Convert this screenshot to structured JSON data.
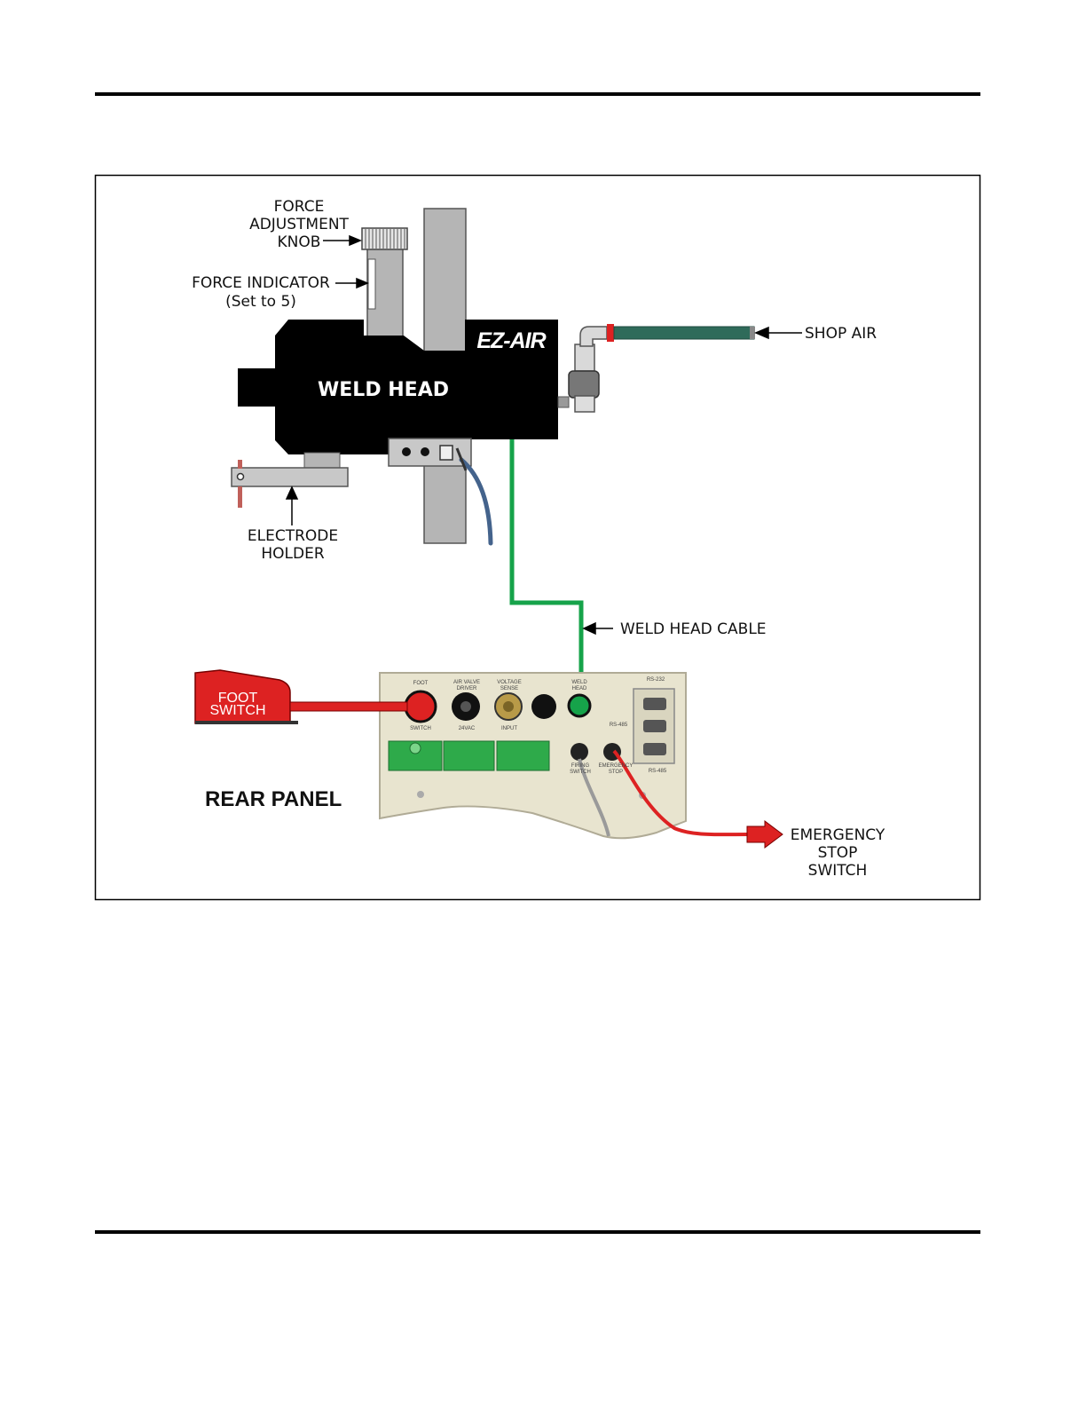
{
  "diagram": {
    "labels": {
      "force_adjustment_knob": [
        "FORCE",
        "ADJUSTMENT",
        "KNOB"
      ],
      "force_indicator": [
        "FORCE INDICATOR",
        "(Set to 5)"
      ],
      "weld_head": "WELD HEAD",
      "ez_air": "EZ-AIR",
      "shop_air": "SHOP AIR",
      "electrode_holder": [
        "ELECTRODE",
        "HOLDER"
      ],
      "weld_head_cable": "WELD HEAD CABLE",
      "foot_switch": [
        "FOOT",
        "SWITCH"
      ],
      "rear_panel": "REAR PANEL",
      "emergency_stop_switch": [
        "EMERGENCY",
        "STOP",
        "SWITCH"
      ]
    },
    "panel_labels": {
      "foot": "FOOT",
      "switch": "SWITCH",
      "air_valve_driver": [
        "AIR VALVE",
        "DRIVER"
      ],
      "vac": "24VAC",
      "voltage_sense": [
        "VOLTAGE",
        "SENSE"
      ],
      "input": "INPUT",
      "weld_head": [
        "WELD",
        "HEAD"
      ],
      "rs232": "RS-232",
      "rs485_a": "RS-485",
      "rs485_b": "RS-485",
      "firing_switch": [
        "FIRING",
        "SWITCH"
      ],
      "emergency_stop": [
        "EMERGENCY",
        "STOP"
      ]
    },
    "colors": {
      "weld_head_body": "#000000",
      "cable_green": "#16a34a",
      "foot_switch_red": "#dd2222",
      "shop_air_hose": "#2f6b5a",
      "panel_beige": "#e8e4cf",
      "terminal_green": "#2eaa4a",
      "column_gray": "#b5b5b5"
    }
  }
}
